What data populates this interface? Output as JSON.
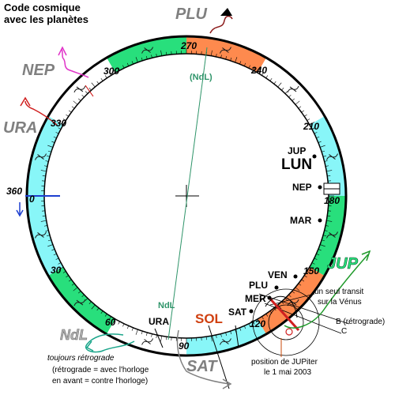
{
  "title": {
    "line1": "Code cosmique",
    "line2": "avec les planètes"
  },
  "colors": {
    "orange": "#fe8a4e",
    "cyan": "#88f6f8",
    "green": "#28df7c",
    "white": "#ffffff",
    "ring_border": "#000000",
    "ndl_green": "#2e9469",
    "sol_red": "#d04010",
    "jupiter_note": "#c84a0a",
    "grey_label": "#808080"
  },
  "ring_sectors": [
    {
      "from": 0,
      "to": 30,
      "color": "cyan"
    },
    {
      "from": 30,
      "to": 60,
      "color": "green"
    },
    {
      "from": 60,
      "to": 90,
      "color": "white"
    },
    {
      "from": 90,
      "to": 120,
      "color": "cyan"
    },
    {
      "from": 120,
      "to": 150,
      "color": "orange"
    },
    {
      "from": 150,
      "to": 180,
      "color": "green"
    },
    {
      "from": 180,
      "to": 210,
      "color": "cyan"
    },
    {
      "from": 210,
      "to": 240,
      "color": "white"
    },
    {
      "from": 240,
      "to": 270,
      "color": "orange"
    },
    {
      "from": 270,
      "to": 300,
      "color": "green"
    },
    {
      "from": 300,
      "to": 330,
      "color": "white"
    },
    {
      "from": 330,
      "to": 360,
      "color": "cyan"
    }
  ],
  "degree_labels": [
    "360",
    "0",
    "30",
    "60",
    "90",
    "120",
    "150",
    "180",
    "210",
    "240",
    "270",
    "300",
    "330"
  ],
  "planets": {
    "jup": "JUP",
    "lun": "LUN",
    "nep": "NEP",
    "mar": "MAR",
    "ven": "VEN",
    "plu": "PLU",
    "mer": "MER",
    "sat": "SAT",
    "sol": "SOL",
    "ura": "URA"
  },
  "outer_labels": {
    "plu": "PLU",
    "nep": "NEP",
    "ura": "URA",
    "jup": "JUP",
    "sat": "SAT",
    "ndl": "NdL"
  },
  "ndl_inner": {
    "top": "(NdL)",
    "bottom": "NdL"
  },
  "notes": {
    "transit_line1": "un seul transit",
    "transit_line2": "sur la Vénus",
    "retro_b": "B (rétrograde)",
    "c_label": "C",
    "jupiter_line1": "position de JUPiter",
    "jupiter_line2": "le 1 mai 2003",
    "toujours": "toujours rétrograde",
    "legend1": "(rétrograde = avec l'horloge",
    "legend2": "en avant = contre l'horloge)"
  }
}
